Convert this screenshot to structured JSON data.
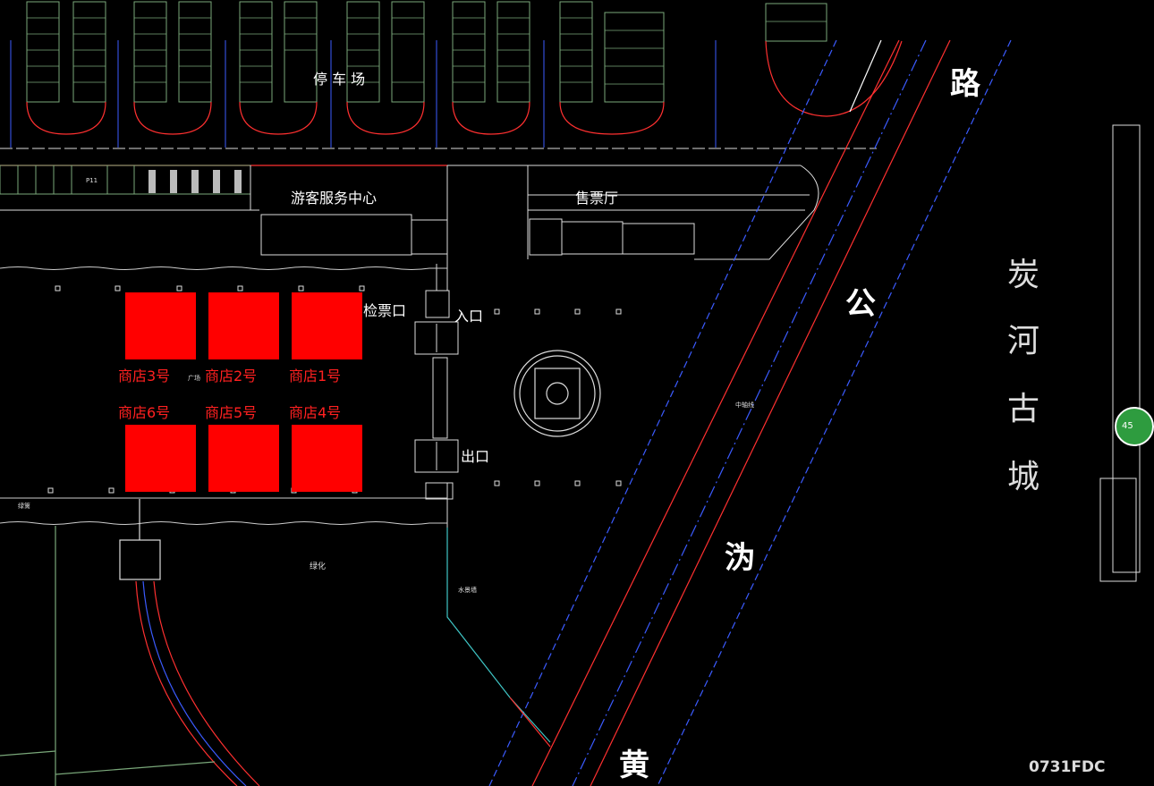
{
  "parking": {
    "label": "停 车 场",
    "space_code": "P11"
  },
  "visitor_center": {
    "label": "游客服务中心"
  },
  "ticket_hall": {
    "label": "售票厅"
  },
  "gates": {
    "ticket_check": "检票口",
    "entrance": "入口",
    "exit": "出口"
  },
  "shops": [
    {
      "label": "商店3号"
    },
    {
      "label": "商店2号"
    },
    {
      "label": "商店1号"
    },
    {
      "label": "商店6号"
    },
    {
      "label": "商店5号"
    },
    {
      "label": "商店4号"
    }
  ],
  "road": {
    "chars": [
      "路",
      "公",
      "沩",
      "黄"
    ]
  },
  "ancient_city": {
    "chars": [
      "炭",
      "河",
      "古",
      "城"
    ]
  },
  "small_labels": {
    "plaza": "广场",
    "median": "中轴线",
    "green_strip": "绿篱",
    "greening": "绿化",
    "water": "水景墙"
  },
  "badge": {
    "text": "45"
  },
  "watermark": {
    "text": "0731FDC"
  },
  "colors": {
    "background": "#000000",
    "shop_fill": "#ff0000",
    "road_red": "#ff3030",
    "road_blue": "#3b5bff",
    "parking_green": "#7aa87a",
    "cyan": "#3fc6c6"
  }
}
